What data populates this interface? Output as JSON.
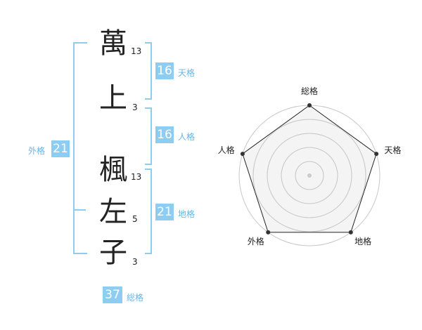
{
  "name_chars": [
    {
      "char": "萬",
      "strokes": "13"
    },
    {
      "char": "上",
      "strokes": "3"
    },
    {
      "char": "楓",
      "strokes": "13"
    },
    {
      "char": "左",
      "strokes": "5"
    },
    {
      "char": "子",
      "strokes": "3"
    }
  ],
  "fortunes": {
    "tenkaku": {
      "value": "16",
      "label": "天格"
    },
    "jinkaku": {
      "value": "16",
      "label": "人格"
    },
    "chikaku": {
      "value": "21",
      "label": "地格"
    },
    "gaikaku": {
      "value": "21",
      "label": "外格"
    },
    "soukaku": {
      "value": "37",
      "label": "総格"
    }
  },
  "radar": {
    "axes": [
      "総格",
      "天格",
      "地格",
      "外格",
      "人格"
    ],
    "values": [
      1,
      1,
      1,
      1,
      1
    ],
    "max": 1,
    "rings": 5,
    "colors": {
      "fill": "#ebebeb",
      "stroke": "#222222",
      "ring": "#c8c8c8",
      "point": "#333333",
      "center": "#cccccc"
    }
  }
}
